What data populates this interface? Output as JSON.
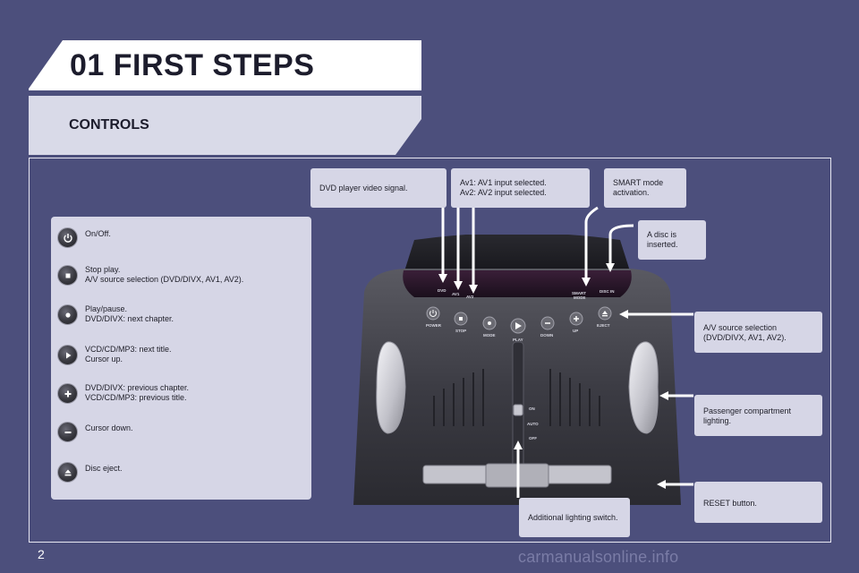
{
  "header": {
    "title": "01 FIRST STEPS",
    "subtitle": "CONTROLS"
  },
  "controls": [
    {
      "icon": "power-icon",
      "lines": [
        "On/Off."
      ]
    },
    {
      "icon": "stop-icon",
      "lines": [
        "Stop play.",
        "A/V source selection (DVD/DIVX, AV1, AV2)."
      ]
    },
    {
      "icon": "play-pause-icon",
      "lines": [
        "Play/pause.",
        "DVD/DIVX: next chapter."
      ]
    },
    {
      "icon": "play-icon",
      "lines": [
        "VCD/CD/MP3: next title.",
        "Cursor up."
      ]
    },
    {
      "icon": "plus-icon",
      "lines": [
        "DVD/DIVX: previous chapter.",
        "VCD/CD/MP3: previous title."
      ]
    },
    {
      "icon": "minus-icon",
      "lines": [
        "Cursor down."
      ]
    },
    {
      "icon": "eject-icon",
      "lines": [
        "Disc eject."
      ]
    }
  ],
  "callouts": {
    "dvd_signal": [
      "DVD player video signal."
    ],
    "av_inputs": [
      "Av1: AV1 input selected.",
      "Av2: AV2 input selected."
    ],
    "smart_mode": [
      "SMART mode",
      "activation."
    ],
    "disc_in": [
      "A disc is",
      "inserted."
    ],
    "av_source": [
      "A/V source selection",
      "(DVD/DIVX, AV1, AV2)."
    ],
    "passenger_light": [
      "Passenger compartment",
      "lighting."
    ],
    "reset": [
      "RESET button."
    ],
    "light_switch": [
      "Additional lighting switch."
    ]
  },
  "device": {
    "indicators": {
      "dvd": "DVD",
      "av1": "AV1",
      "av2": "AV2",
      "smart_1": "SMART",
      "smart_2": "MODE",
      "disc_in": "DISC IN"
    },
    "buttons": {
      "power": "POWER",
      "stop": "STOP",
      "mode": "MODE",
      "play": "PLAY",
      "down": "DOWN",
      "up": "UP",
      "eject": "EJECT"
    },
    "switch": {
      "on": "ON",
      "auto": "AUTO",
      "off": "OFF"
    }
  },
  "footer": {
    "page_number": "2",
    "watermark": "carmanualsonline.info"
  },
  "colors": {
    "background": "#4c4f7c",
    "panel": "#d6d6e6",
    "title_bar": "#ffffff",
    "subtitle_bar": "#d9dae8"
  }
}
